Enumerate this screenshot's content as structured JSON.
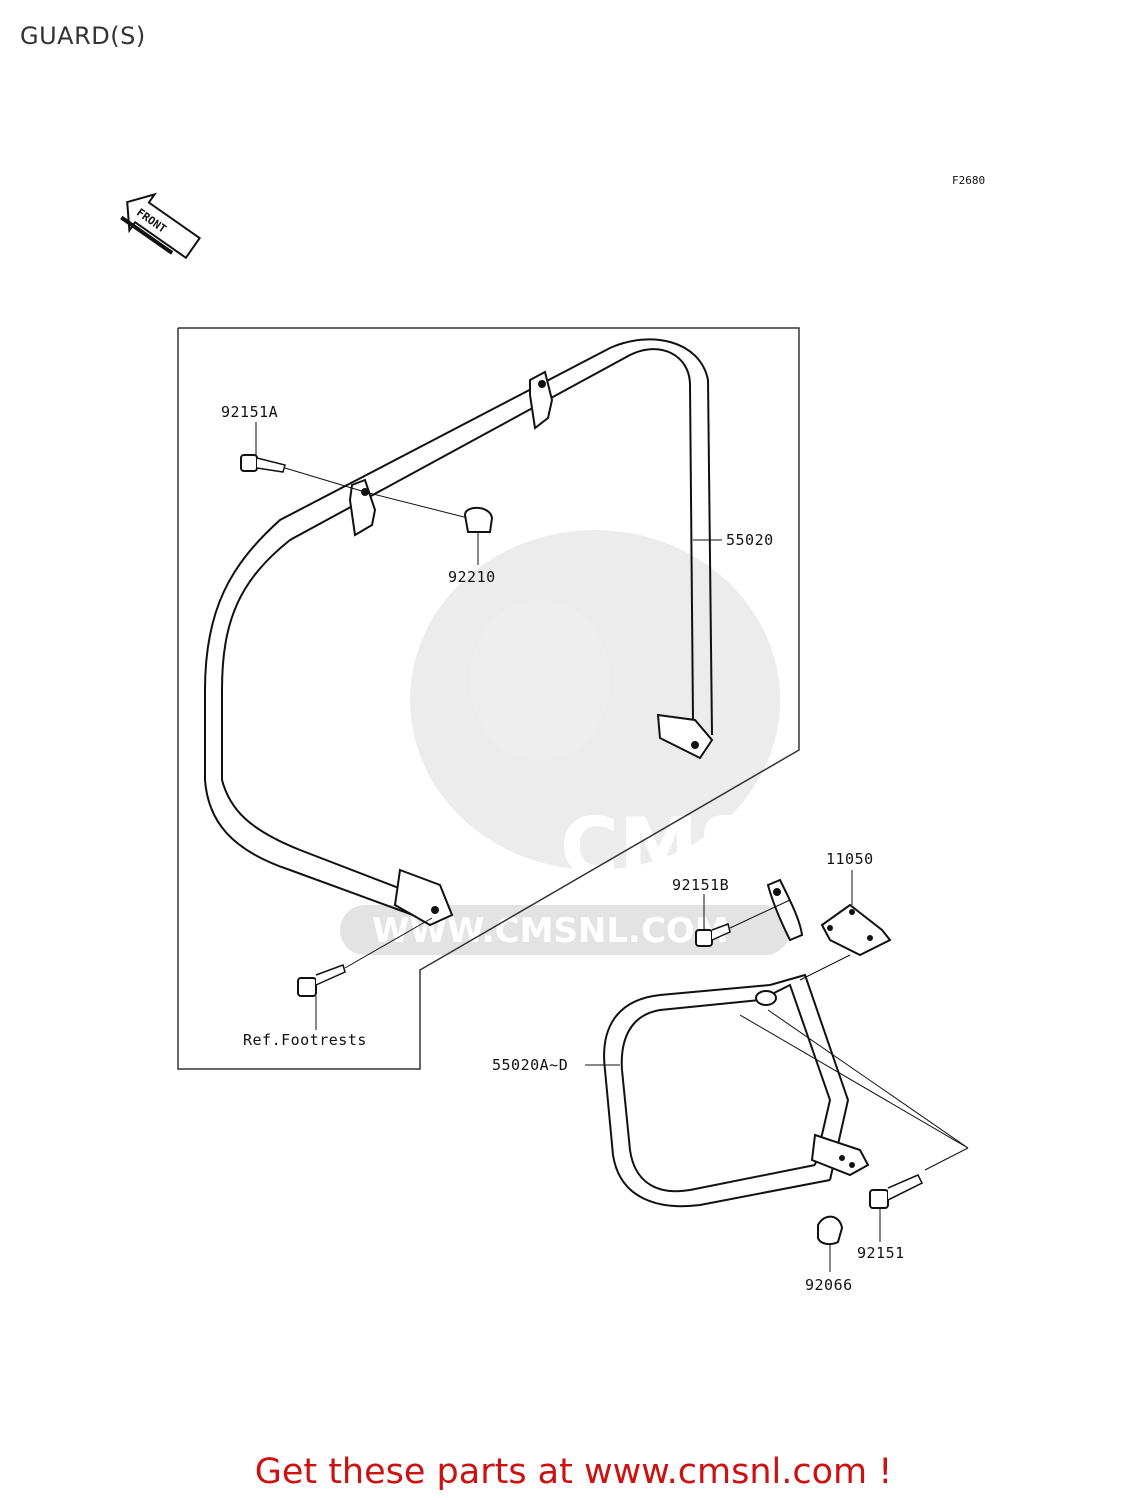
{
  "page": {
    "title": "GUARD(S)"
  },
  "figure": {
    "code": "F2680",
    "direction_label": "FRONT"
  },
  "watermark": {
    "logo": "CMS",
    "url": "WWW.CMSNL.COM"
  },
  "callouts": {
    "bolt_a": "92151A",
    "guard_main": "55020",
    "nut": "92210",
    "ref_footrests": "Ref.Footrests",
    "bolt_b": "92151B",
    "bracket": "11050",
    "guard_alt": "55020A~D",
    "bolt": "92151",
    "cap": "92066"
  },
  "footer": {
    "text": "Get these parts at www.cmsnl.com !",
    "color": "#cc1111"
  }
}
